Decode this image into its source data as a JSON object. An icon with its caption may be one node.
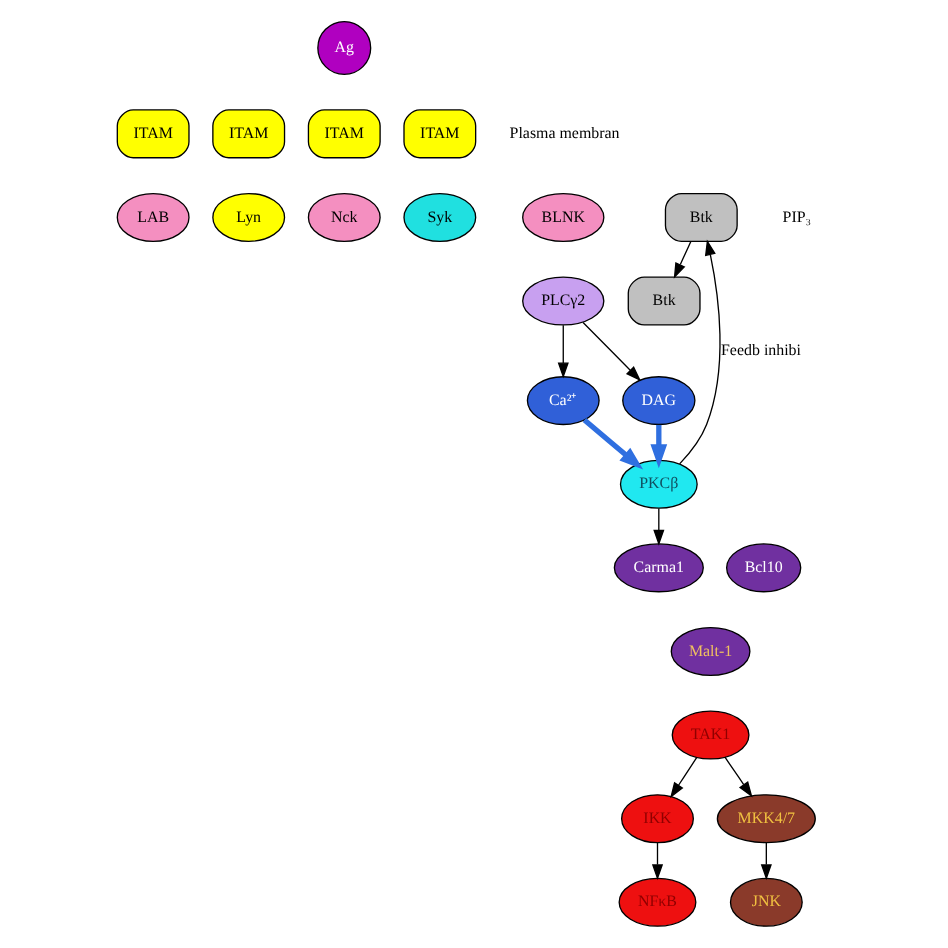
{
  "diagram": {
    "nodes": [
      {
        "text": [
          "Ag"
        ]
      },
      {
        "text": [
          "ITAM"
        ]
      },
      {
        "text": [
          "ITAM"
        ]
      },
      {
        "text": [
          "ITAM"
        ]
      },
      {
        "text": [
          "ITAM"
        ]
      },
      {
        "text": [
          "LAB"
        ]
      },
      {
        "text": [
          "Lyn"
        ]
      },
      {
        "text": [
          "Nck"
        ]
      },
      {
        "text": [
          "Syk"
        ]
      },
      {
        "text": [
          "BLNK"
        ]
      },
      {
        "text": [
          "Btk"
        ]
      },
      {
        "text": [
          "Btk"
        ]
      },
      {
        "text": [
          "PLCγ2"
        ]
      },
      {
        "text": [
          "Ca²⁺"
        ]
      },
      {
        "text": [
          "DAG"
        ]
      },
      {
        "text": [
          "PKCβ"
        ]
      },
      {
        "text": [
          "Carma1"
        ]
      },
      {
        "text": [
          "Bcl10"
        ]
      },
      {
        "text": [
          "Malt-1"
        ]
      },
      {
        "text": [
          "TAK1"
        ]
      },
      {
        "text": [
          "IKK"
        ]
      },
      {
        "text": [
          "MKK4/7"
        ]
      },
      {
        "text": [
          "NFκB"
        ]
      },
      {
        "text": [
          "JNK"
        ]
      }
    ],
    "edges": [
      {
        "from": 12,
        "to": 13,
        "arrow": "to"
      },
      {
        "from": 12,
        "to": 14,
        "arrow": "to"
      },
      {
        "from": 13,
        "to": 15,
        "arrow": "to",
        "style": "thick",
        "color": "#2f6fe0"
      },
      {
        "from": 14,
        "to": 15,
        "arrow": "to",
        "style": "thick",
        "color": "#2f6fe0"
      },
      {
        "from": 15,
        "to": 16,
        "arrow": "to"
      },
      {
        "from": 15,
        "to": 10,
        "arrow": "to",
        "label": "Feedb inhibi"
      },
      {
        "from": 10,
        "to": 11,
        "arrow": "to"
      },
      {
        "from": 19,
        "to": 20,
        "arrow": "to"
      },
      {
        "from": 19,
        "to": 21,
        "arrow": "to"
      },
      {
        "from": 20,
        "to": 22,
        "arrow": "to"
      },
      {
        "from": 21,
        "to": 23,
        "arrow": "to"
      }
    ],
    "labels": [
      "Plasma membran",
      "PIP₃"
    ]
  }
}
